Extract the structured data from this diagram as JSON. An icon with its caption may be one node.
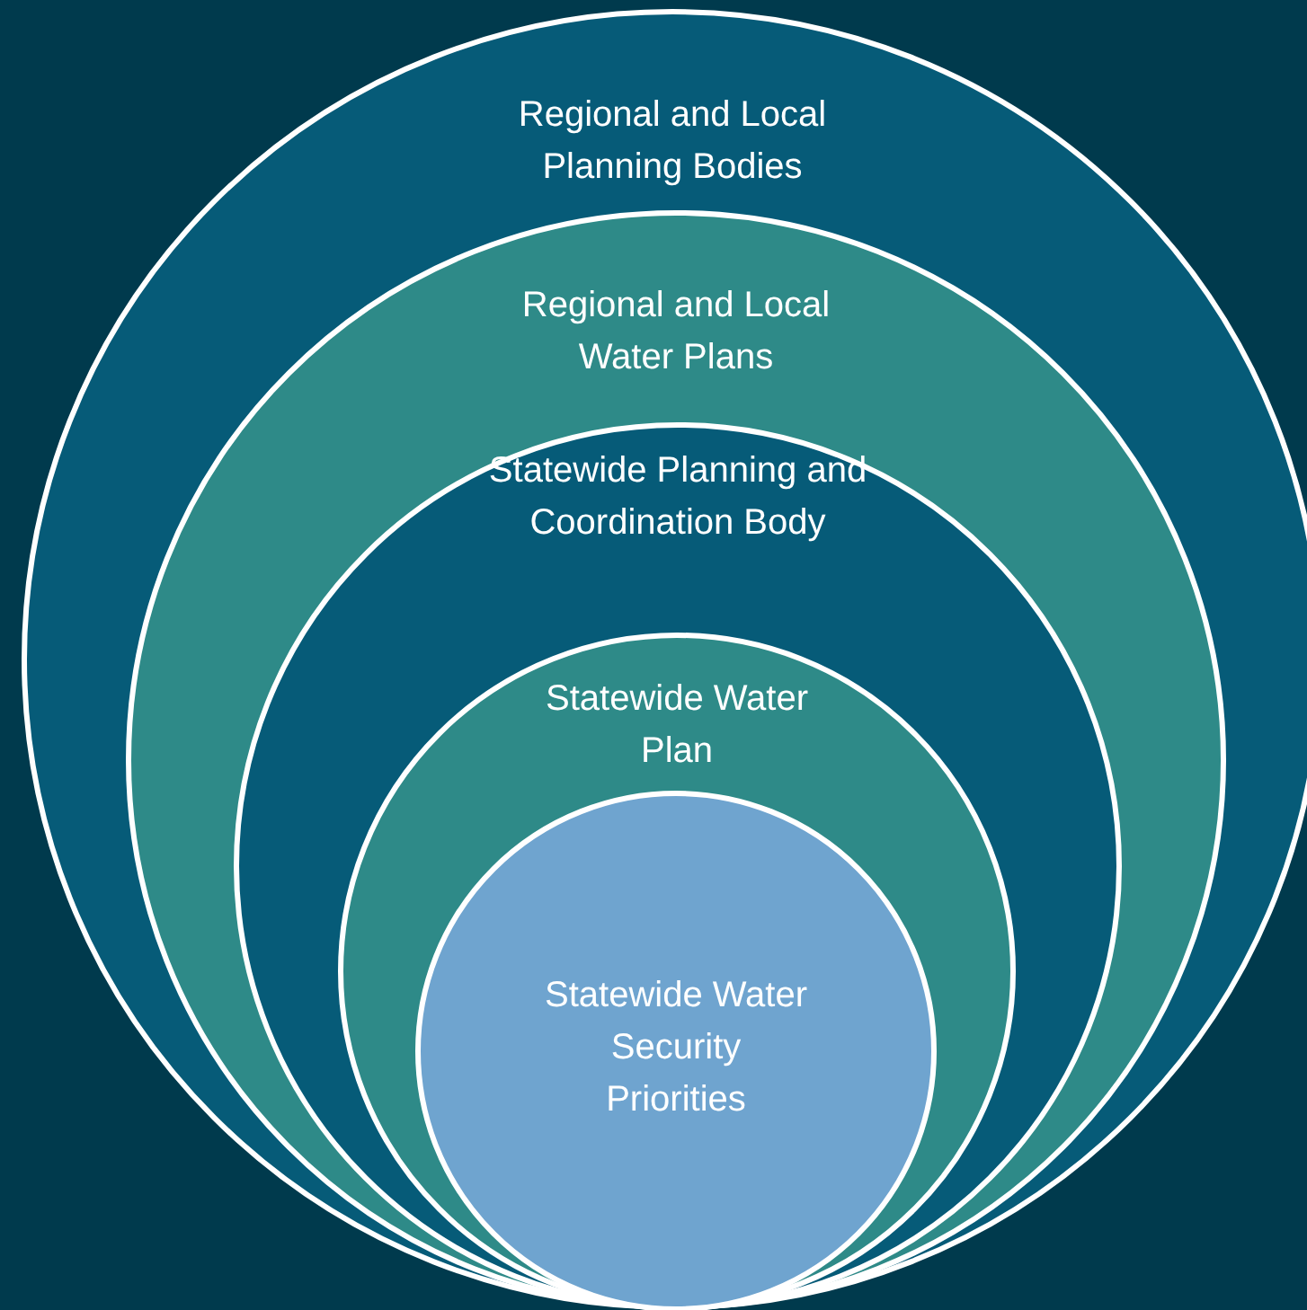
{
  "diagram": {
    "nodes": [
      {
        "text": [
          "Regional and Local Planning Bodies"
        ]
      },
      {
        "text": [
          "Regional and Local Water Plans"
        ],
        "in": 0
      },
      {
        "text": [
          "Statewide Planning and Coordination Body"
        ],
        "in": 1
      },
      {
        "text": [
          "Statewide Water Plan"
        ],
        "in": 2
      },
      {
        "text": [
          "Statewide Water Security Priorities"
        ],
        "in": 3
      }
    ],
    "edges": []
  }
}
